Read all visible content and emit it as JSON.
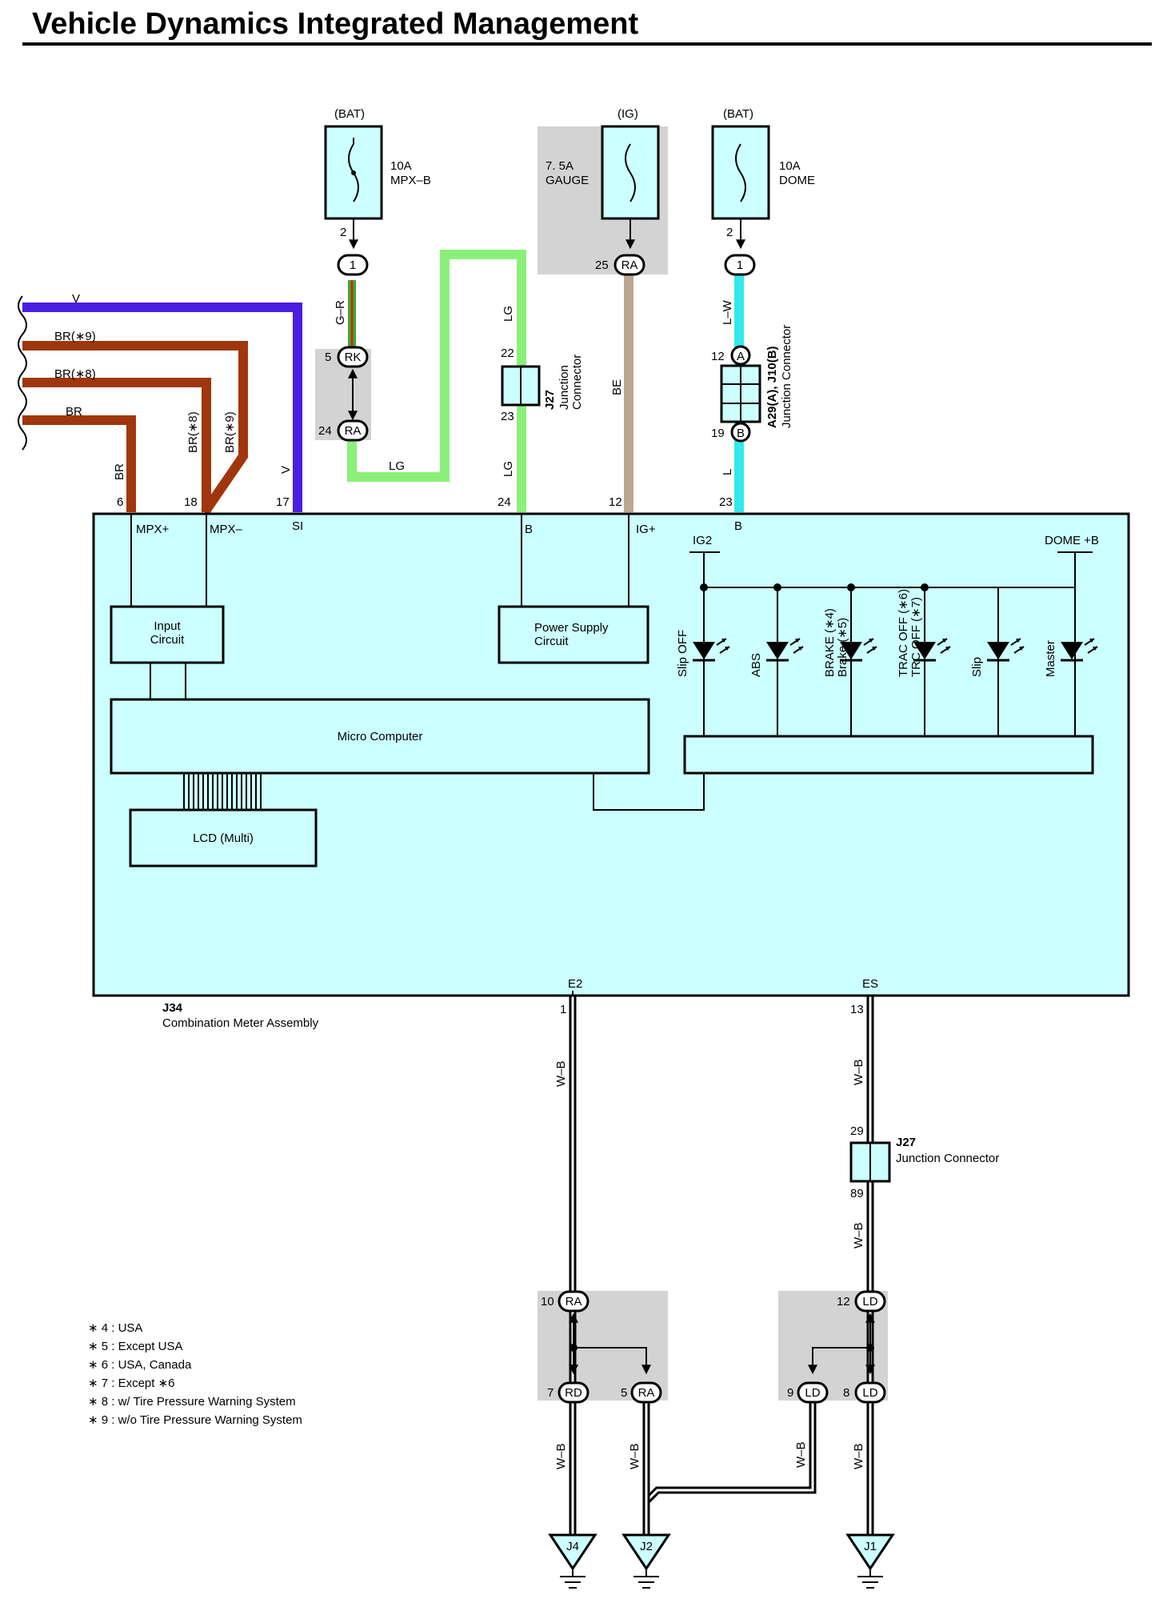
{
  "title": "Vehicle Dynamics Integrated Management",
  "fuses": [
    {
      "source": "(BAT)",
      "rating": "10A",
      "name": "MPX–B"
    },
    {
      "source": "(IG)",
      "rating": "7. 5A",
      "name": "GAUGE"
    },
    {
      "source": "(BAT)",
      "rating": "10A",
      "name": "DOME"
    }
  ],
  "wire_colors": {
    "V": "#4b1fe0",
    "BR": "#a0360c",
    "LG": "#8af07a",
    "BE": "#bca890",
    "L": "#33e8ee",
    "W_B": "#6a6a6a",
    "G_R_green": "#2bb52b",
    "G_R_red": "#e02020"
  },
  "wire_labels": {
    "v": "V",
    "br9": "BR(∗9)",
    "br8": "BR(∗8)",
    "br": "BR",
    "br_v": "BR",
    "br8_v": "BR(∗8)",
    "br9_v": "BR(∗9)",
    "v_v": "V",
    "gr": "G–R",
    "lg1": "LG",
    "lg2": "LG",
    "lg3": "LG",
    "be": "BE",
    "lw": "L–W",
    "l": "L",
    "wb1": "W–B",
    "wb2": "W–B",
    "wb3": "W–B",
    "wb4": "W–B",
    "wb5": "W–B",
    "wb6": "W–B"
  },
  "connectors": {
    "c1a": "1",
    "c1b": "1",
    "ra25": "RA",
    "rk": "RK",
    "ra24": "RA",
    "a": "A",
    "b": "B",
    "ra10": "RA",
    "rd7": "RD",
    "ra5": "RA",
    "ld12": "LD",
    "ld9": "LD",
    "ld8": "LD"
  },
  "pins": {
    "p2a": "2",
    "p2b": "2",
    "p25": "25",
    "p5": "5",
    "p24": "24",
    "p22": "22",
    "p23": "23",
    "p12a": "12",
    "p19": "19",
    "m6": "6",
    "m18": "18",
    "m17": "17",
    "m24": "24",
    "m12": "12",
    "m23": "23",
    "m1": "1",
    "m13": "13",
    "m29": "29",
    "m89": "89",
    "p10": "10",
    "p7": "7",
    "p5b": "5",
    "p12b": "12",
    "p9": "9",
    "p8": "8"
  },
  "junctions": {
    "j27_code": "J27",
    "j27_name_1": "Junction",
    "j27_name_2": "Connector",
    "a29_code": "A29(A), J10(B)",
    "a29_name": "Junction Connector",
    "j27b_code": "J27",
    "j27b_name": "Junction Connector"
  },
  "meter": {
    "code": "J34",
    "name": "Combination Meter Assembly",
    "terminals": {
      "mpxp": "MPX+",
      "mpxm": "MPX–",
      "si": "SI",
      "b1": "B",
      "igp": "IG+",
      "b2": "B",
      "e2": "E2",
      "es": "ES"
    },
    "input_circuit_1": "Input",
    "input_circuit_2": "Circuit",
    "power_supply_1": "Power Supply",
    "power_supply_2": "Circuit",
    "micro": "Micro Computer",
    "lcd": "LCD (Multi)",
    "ig2": "IG2",
    "dome": "DOME +B",
    "indicators": [
      {
        "l1": "Slip OFF",
        "l2": ""
      },
      {
        "l1": "ABS",
        "l2": ""
      },
      {
        "l1": "BRAKE (∗4)",
        "l2": "Brake (∗5)"
      },
      {
        "l1": "TRAC OFF (∗6)",
        "l2": "TRC OFF (∗7)"
      },
      {
        "l1": "Slip",
        "l2": ""
      },
      {
        "l1": "Master",
        "l2": ""
      }
    ]
  },
  "grounds": [
    "J4",
    "J2",
    "J1"
  ],
  "notes": [
    "∗ 4 : USA",
    "∗ 5 : Except USA",
    "∗ 6 : USA,  Canada",
    "∗ 7 : Except ∗6",
    "∗ 8 : w/ Tire Pressure Warning System",
    "∗ 9 : w/o Tire Pressure Warning System"
  ]
}
